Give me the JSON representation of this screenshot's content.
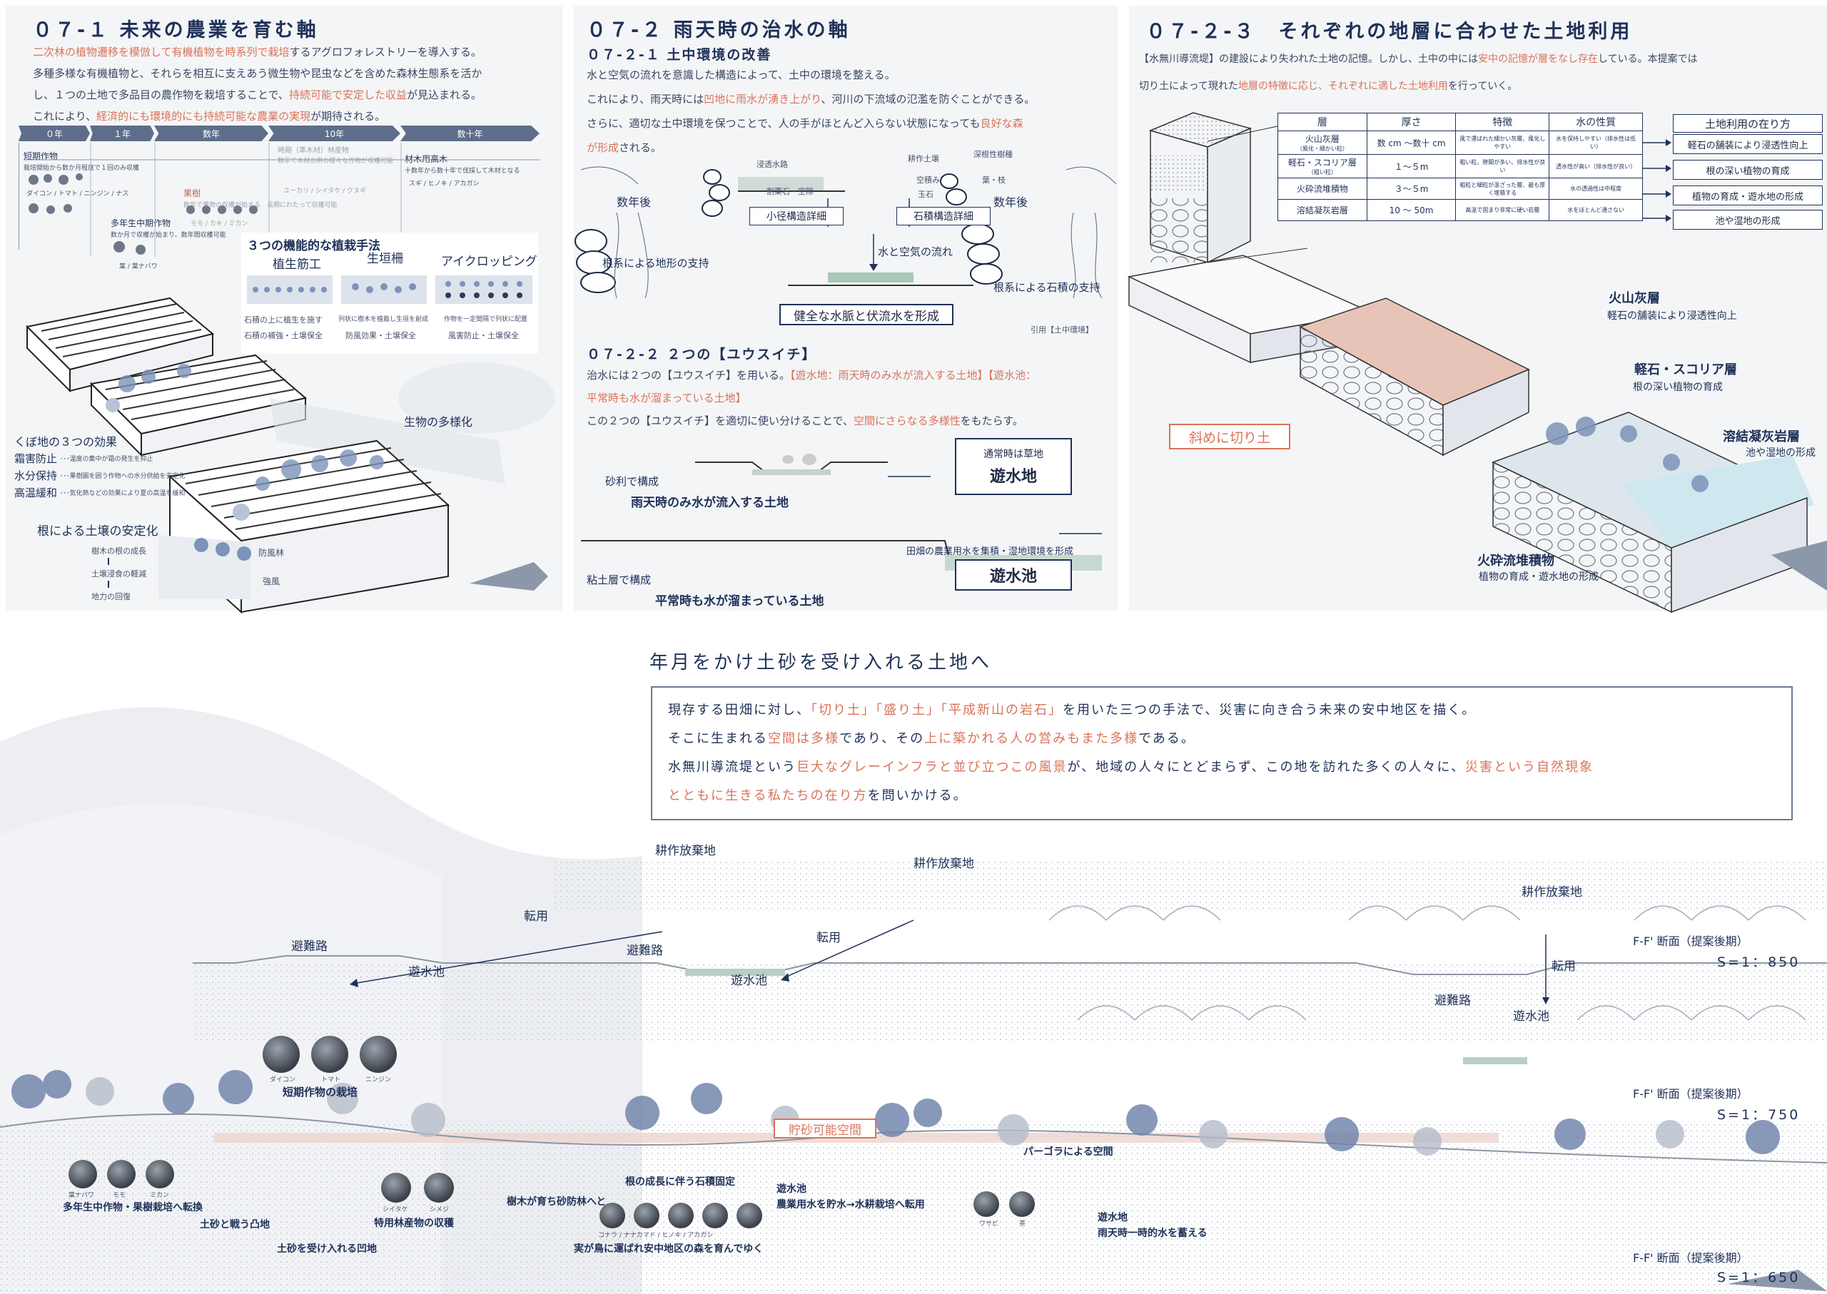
{
  "p1": {
    "title": "０７-１ 未来の農業を育む軸",
    "lead_1": "二次林の植物遷移を模倣して有機植物を時系列で栽培",
    "lead_1b": "するアグロフォレストリーを導入する。",
    "lead_2": "多種多様な有機植物と、それらを相互に支えあう微生物や昆虫などを含めた森林生態系を活か",
    "lead_3a": "し、１つの土地で多品目の農作物を栽培することで、",
    "lead_3b": "持続可能で安定した収益",
    "lead_3c": "が見込まれる。",
    "lead_4a": "これにより、",
    "lead_4b": "経済的にも環境的にも持続可能な農業の実現",
    "lead_4c": "が期待される。",
    "timeline": [
      "０年",
      "１年",
      "数年",
      "10年",
      "数十年"
    ],
    "tl_short": "短期作物",
    "tl_short_desc": "栽培開始から数か月程度で１回のみ収穫",
    "tl_short_items": "ダイコン / トマト / ニンジン / ナス",
    "tl_tall": "時期（準木材）林産物",
    "tl_tall_desc": "数年で木材の用の様々な作物が収穫可能",
    "tl_tall_items": "ユーカリ / シイタケ / クヌギ",
    "tl_wood": "材木用高木",
    "tl_wood_desc": "十数年から数十年で伐採して木材となる",
    "tl_wood_items": "スギ / ヒノキ / アカガシ",
    "tl_fruit": "果樹",
    "tl_fruit_desc": "数年で果物の収穫が始まる　長期にわたって収穫可能",
    "tl_fruit_items": "モモ / カキ / ミカン",
    "tl_perennial": "多年生中期作物",
    "tl_perennial_desc": "数か月で収穫が始まり、数年間収穫可能",
    "tl_perennial_items": "葉 / 葉ナバワ",
    "methods_title": "３つの機能的な植栽手法",
    "m1": "植生筋工",
    "m1_desc1": "石積の上に植生を施す",
    "m1_desc2": "石積の補強・土壌保全",
    "m2": "生垣柵",
    "m2_desc1": "列状に樹木を植栽し生垣を創成",
    "m2_desc2": "防風効果・土壌保全",
    "m3": "アイクロッピング",
    "m3_desc1": "作物を一定間隔で列状に配置",
    "m3_desc2": "風害防止・土壌保全",
    "biodiversity": "生物の多様化",
    "kubo_title": "くぼ地の３つの効果",
    "kubo_1": "霜害防止",
    "kubo_1d": "･･･温度の集中が霜の発生を抑止",
    "kubo_2": "水分保持",
    "kubo_2d": "･･･果樹園を囲う作物への水分供給を安定化",
    "kubo_3": "高温緩和",
    "kubo_3d": "･･･気化熱などの効果により夏の高温を緩和",
    "root_title": "根による土壌の安定化",
    "root_1": "樹木の根の成長",
    "root_2": "土壌浸食の軽減",
    "root_3": "地力の回復",
    "windbreak": "防風林",
    "wind": "強風"
  },
  "p2": {
    "title": "０７-２ 雨天時の治水の軸",
    "sub1": "０７-２-１ 土中環境の改善",
    "t1": "水と空気の流れを意識した構造によって、土中の環境を整える。",
    "t2a": "これにより、雨天時には",
    "t2b": "凹地に雨水が湧き上がり",
    "t2c": "、河川の下流域の氾濫を防ぐことができる。",
    "t3a": "さらに、適切な土中環境を保つことで、人の手がほとんど入らない状態になっても",
    "t3b": "良好な森",
    "t3c": "が形成",
    "t3d": "される。",
    "l_years1": "数年後",
    "l_years2": "数年後",
    "l_channel": "浸透水路",
    "l_gravel": "割栗石・空隙",
    "l_soil": "耕作土壌",
    "l_stack": "空積み",
    "l_stone": "玉石",
    "l_deep": "深根性樹種",
    "l_branch": "葉・枝",
    "d_small": "小径構造詳細",
    "d_stone": "石積構造詳細",
    "l_flow": "水と空気の流れ",
    "l_root_terrain": "根系による地形の支持",
    "l_root_stone": "根系による石積の支持",
    "vein": "健全な水脈と伏流水を形成",
    "cite": "引用【土中環境】",
    "sub2": "０７-２-２ ２つの【ユウスイチ】",
    "u1": "治水には２つの【ユウスイチ】を用いる。",
    "u1b": "【遊水地：雨天時のみ水が流入する土地】【遊水池：",
    "u1c": "平常時も水が溜まっている土地】",
    "u2a": "この２つの【ユウスイチ】を適切に使い分けることで、",
    "u2b": "空間にさらなる多様性",
    "u2c": "をもたらす。",
    "gravel": "砂利で構成",
    "rain_only": "雨天時のみ水が流入する土地",
    "normal_grass": "通常時は草地",
    "yusui_land": "遊水地",
    "clay": "粘土層で構成",
    "always": "平常時も水が溜まっている土地",
    "paddy": "田畑の農業用水を集積・湿地環境を形成",
    "yusui_pond": "遊水池"
  },
  "p3": {
    "title": "０７-２-３　それぞれの地層に合わせた土地利用",
    "t1a": "【水無川導流堤】の建設により失われた土地の記憶。しかし、土中の中には",
    "t1b": "安中の記憶が層をなし存在",
    "t1c": "している。本提案では",
    "t2a": "切り土によって現れた",
    "t2b": "地層の特徴に応じ、それぞれに適した土地利用",
    "t2c": "を行っていく。",
    "headers": [
      "層",
      "厚さ",
      "特徴",
      "水の性質"
    ],
    "rows": [
      {
        "layer": "火山灰層",
        "layer_sub": "（風化・細かい粒）",
        "thick": "数 cm ～数十 cm",
        "feat": "風で運ばれた細かい灰層、風化しやすい",
        "water": "水を保持しやすい（排水性は低い）"
      },
      {
        "layer": "軽石・スコリア層",
        "layer_sub": "（粗い粒）",
        "thick": "１～５m",
        "feat": "粗い粒、隙間が多い、排水性が良い",
        "water": "透水性が高い（排水性が良い）"
      },
      {
        "layer": "火砕流堆積物",
        "layer_sub": "",
        "thick": "３～５m",
        "feat": "粗粒と細粒が混ざった層、最も厚く堆積する",
        "water": "水の透過性は中程度"
      },
      {
        "layer": "溶結凝灰岩層",
        "layer_sub": "",
        "thick": "10 ～ 50m",
        "feat": "高温で固まり非常に硬い岩層",
        "water": "水をほとんど通さない"
      }
    ],
    "use_header": "土地利用の在り方",
    "uses": [
      "軽石の舗装により浸透性向上",
      "根の深い植物の育成",
      "植物の育成・遊水地の形成",
      "池や湿地の形成"
    ],
    "cut": "斜めに切り土",
    "lab1": "火山灰層",
    "lab1d": "軽石の舗装により浸透性向上",
    "lab2": "軽石・スコリア層",
    "lab2d": "根の深い植物の育成",
    "lab3": "溶結凝灰岩層",
    "lab3d": "池や湿地の形成",
    "lab4": "火砕流堆積物",
    "lab4d": "植物の育成・遊水地の形成"
  },
  "bottom": {
    "title": "年月をかけ土砂を受け入れる土地へ",
    "s1a": "現存する田畑に対し、",
    "s1b": "「切り土」「盛り土」「平成新山の岩石」",
    "s1c": "を用いた三つの手法で、災害に向き合う未来の安中地区を描く。",
    "s2a": "そこに生まれる",
    "s2b": "空間は多様",
    "s2c": "であり、その",
    "s2d": "上に築かれる人の営みもまた多様",
    "s2e": "である。",
    "s3a": "水無川導流堤という",
    "s3b": "巨大なグレーインフラと並び立つこの風景",
    "s3c": "が、地域の人々にとどまらず、この地を訪れた多くの人々に、",
    "s3d": "災害という自然現象",
    "s4a": "とともに生きる私たちの在り方",
    "s4b": "を問いかける。",
    "abandoned1": "耕作放棄地",
    "abandoned2": "耕作放棄地",
    "abandoned3": "耕作放棄地",
    "convert1": "転用",
    "convert2": "転用",
    "convert3": "転用",
    "evac1": "避難路",
    "evac2": "避難路",
    "evac3": "避難路",
    "pond1": "遊水池",
    "pond2": "遊水池",
    "pond3": "遊水池",
    "sec1": "F-F' 断面（提案後期）",
    "sec1s": "S=1：850",
    "sec2": "F-F' 断面（提案後期）",
    "sec2s": "S=1：750",
    "sec3": "F-F' 断面（提案後期）",
    "sec3s": "S=1：650",
    "short_crop": "短期作物の栽培",
    "short_items": [
      "ダイコン",
      "トマト",
      "ニンジン"
    ],
    "perennial": "多年生中作物・果樹栽培へ転換",
    "perennial_items": [
      "葉ナバワ",
      "モモ",
      "ミカン"
    ],
    "special": "特用林産物の収穫",
    "special_items": [
      "シイタケ",
      "シメジ"
    ],
    "trees_grow": "樹木が育ち砂防林へと",
    "convex": "土砂と戦う凸地",
    "concave": "土砂を受け入れる凹地",
    "storage": "貯砂可能空間",
    "root_fix": "根の成長に伴う石積固定",
    "pergola": "パーゴラによる空間",
    "yusui_ag": "遊水池",
    "ag_water": "農業用水を貯水→水耕栽培へ転用",
    "forest": "実が鳥に運ばれ安中地区の森を育んでゆく",
    "forest_items": "コナラ / ナナカマド / ヒノキ / アカガシ",
    "yusui_land": "遊水地",
    "rain_temp": "雨天時一時的水を蓄える",
    "wasabi": "ワサビ",
    "tea": "茶"
  }
}
